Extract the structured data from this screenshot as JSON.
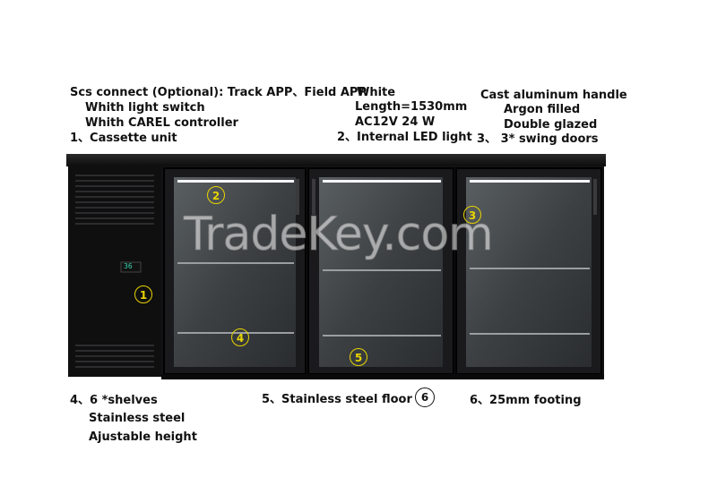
{
  "labels": {
    "l1": "Scs connect (Optional): Track APP、Field APP",
    "l2": "Whith light switch",
    "l3": "Whith CAREL controller",
    "l4": "1、Cassette unit",
    "l5": "White",
    "l6": "Length=1530mm",
    "l7": "AC12V 24 W",
    "l8": "2、Internal LED light",
    "l9": "Cast aluminum handle",
    "l10": "Argon filled",
    "l11": "Double glazed",
    "l12": "3、  3* swing doors",
    "l13": "4、6 *shelves",
    "l14": "Stainless steel",
    "l15": "Ajustable height",
    "l16": "5、Stainless steel floor",
    "l17": "6、25mm footing"
  },
  "badges": {
    "b1": "1",
    "b2": "2",
    "b3": "3",
    "b4": "4",
    "b5": "5",
    "b6": "6"
  },
  "display": {
    "temp": "36"
  },
  "watermark": "TradeKey.com"
}
